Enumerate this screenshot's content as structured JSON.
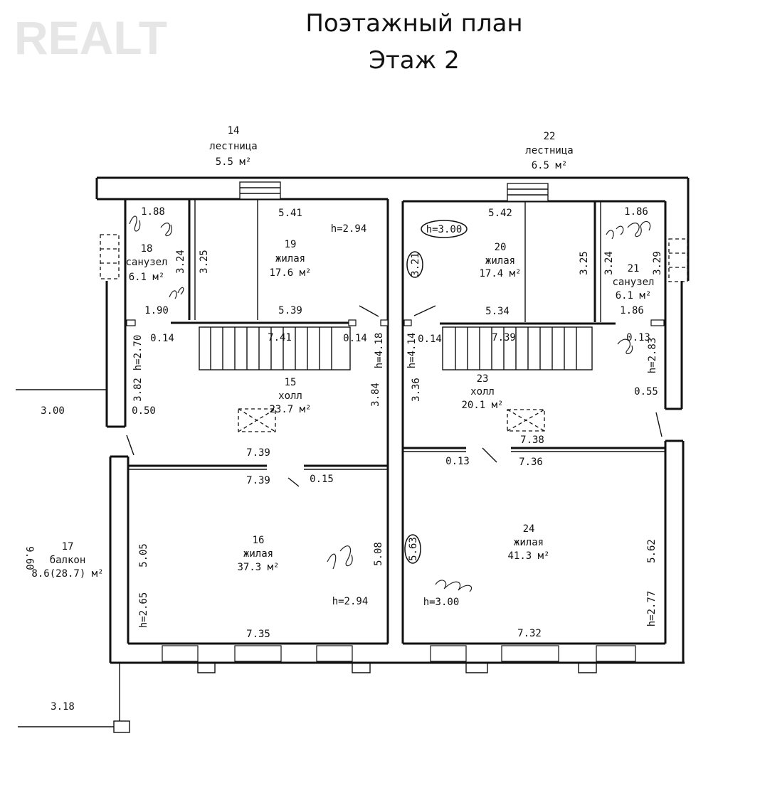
{
  "title": {
    "line1": "Поэтажный план",
    "line2": "Этаж 2"
  },
  "watermark": "REALT",
  "staircases": [
    {
      "num": "14",
      "name": "лестница",
      "area": "5.5 м²"
    },
    {
      "num": "22",
      "name": "лестница",
      "area": "6.5 м²"
    }
  ],
  "rooms": {
    "r18": {
      "num": "18",
      "name": "санузел",
      "area": "6.1 м²"
    },
    "r19": {
      "num": "19",
      "name": "жилая",
      "area": "17.6 м²"
    },
    "r20": {
      "num": "20",
      "name": "жилая",
      "area": "17.4 м²"
    },
    "r21": {
      "num": "21",
      "name": "санузел",
      "area": "6.1 м²"
    },
    "r15": {
      "num": "15",
      "name": "холл",
      "area": "23.7 м²"
    },
    "r23": {
      "num": "23",
      "name": "холл",
      "area": "20.1 м²"
    },
    "r16": {
      "num": "16",
      "name": "жилая",
      "area": "37.3 м²"
    },
    "r24": {
      "num": "24",
      "name": "жилая",
      "area": "41.3 м²"
    },
    "r17": {
      "num": "17",
      "name": "балкон",
      "area": "8.6(28.7) м²"
    }
  },
  "dims": {
    "d541": "5.41",
    "d542": "5.42",
    "d188": "1.88",
    "d186a": "1.86",
    "d186b": "1.86",
    "d190": "1.90",
    "d539": "5.39",
    "d534": "5.34",
    "d741": "7.41",
    "d739a": "7.39",
    "d739b": "7.39",
    "d739c": "7.39",
    "d738": "7.38",
    "d736": "7.36",
    "d735": "7.35",
    "d732": "7.32",
    "d014a": "0.14",
    "d014b": "0.14",
    "d014c": "0.14",
    "d013a": "0.13",
    "d013b": "0.13",
    "d015": "0.15",
    "d050": "0.50",
    "d055": "0.55",
    "d325a": "3.25",
    "d324a": "3.24",
    "d325b": "3.25",
    "d324b": "3.24",
    "d329": "3.29",
    "d382": "3.82",
    "d384": "3.84",
    "d336": "3.36",
    "d505": "5.05",
    "d508": "5.08",
    "d563": "5.63",
    "d562": "5.62",
    "d321": "3.21",
    "d300": "3.00",
    "d318": "3.18",
    "d960": "9.60",
    "h294a": "h=2.94",
    "h294b": "h=2.94",
    "h300a": "h=3.00",
    "h300b": "h=3.00",
    "h270": "h=2.70",
    "h418": "h=4.18",
    "h414": "h=4.14",
    "h283": "h=2.83",
    "h265": "h=2.65",
    "h277": "h=2.77"
  }
}
